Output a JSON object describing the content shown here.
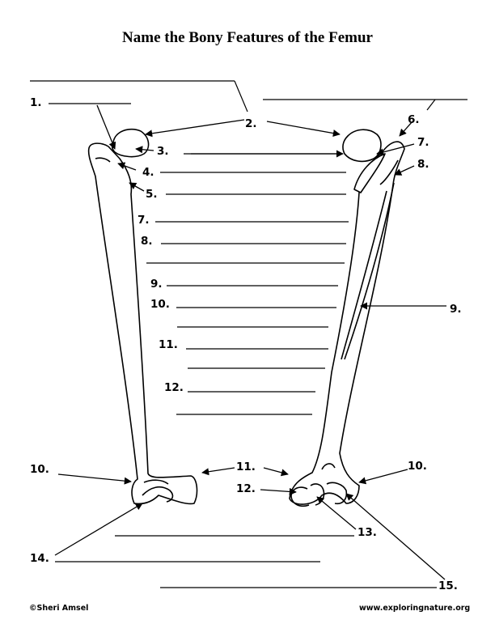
{
  "title": "Name the Bony Features of the Femur",
  "labels": {
    "n1": "1.",
    "n2": "2.",
    "n3": "3.",
    "n4": "4.",
    "n5": "5.",
    "n6": "6.",
    "n7": "7.",
    "n8": "8.",
    "n9": "9.",
    "n10": "10.",
    "n11": "11.",
    "n12": "12.",
    "n13": "13.",
    "n14": "14.",
    "n15": "15."
  },
  "copyright": "©Sheri Amsel",
  "website": "www.exploringnature.org"
}
